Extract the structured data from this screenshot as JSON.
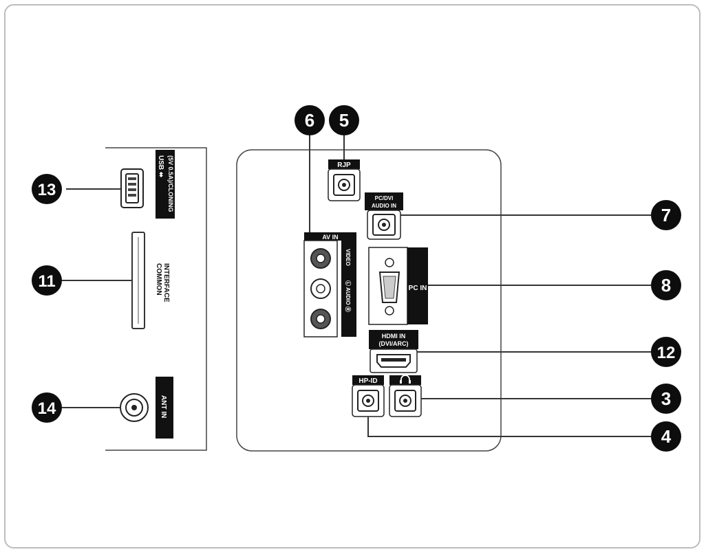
{
  "labels": {
    "rjp": "RJP",
    "pc_dvi_audio_in_1": "PC/DVI",
    "pc_dvi_audio_in_2": "AUDIO IN",
    "av_in": "AV IN",
    "video": "VIDEO",
    "audio": "Ⓛ AUDIO Ⓡ",
    "pc_in": "PC IN",
    "hdmi_in_1": "HDMI IN",
    "hdmi_in_2": "(DVI/ARC)",
    "hp_id": "HP-ID",
    "usb_1": "USB ⬌",
    "usb_2": "(5V 0.5A)/CLONING",
    "common_interface_1": "COMMON",
    "common_interface_2": "INTERFACE",
    "ant_in": "ANT IN"
  },
  "callouts": {
    "n3": "3",
    "n4": "4",
    "n5": "5",
    "n6": "6",
    "n7": "7",
    "n8": "8",
    "n11": "11",
    "n12": "12",
    "n13": "13",
    "n14": "14"
  },
  "colors": {
    "label_bg": "#111111",
    "callout_bg": "#0d0d0d",
    "line": "#333333",
    "panel_border": "#444444"
  }
}
